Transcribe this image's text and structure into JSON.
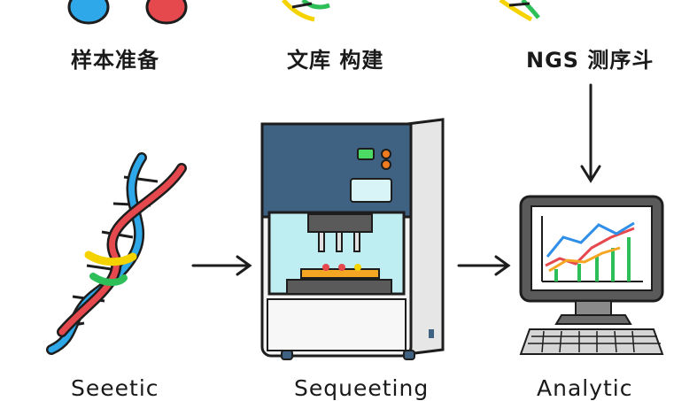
{
  "labels": {
    "top": [
      "样本准备",
      "文库 构建",
      "NGS 测序斗"
    ],
    "bottom": [
      "Seeetic",
      "Sequeeting",
      "Analytic"
    ]
  },
  "colors": {
    "machine_blue": "#3f6283",
    "machine_window": "#bfeef2",
    "outline": "#1d1d1d",
    "chart_red": "#e5484d",
    "chart_blue": "#2e8ee8",
    "chart_orange": "#f5a623",
    "chart_green": "#2fbf59",
    "led_green": "#4cd964",
    "led_orange": "#f07c22"
  },
  "icons": [
    "dna-helix-icon",
    "sequencing-machine-icon",
    "computer-monitor-icon",
    "arrow-right-icon",
    "arrow-down-icon",
    "test-tube-icon"
  ]
}
